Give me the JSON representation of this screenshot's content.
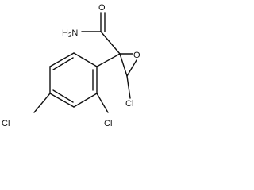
{
  "molecule": {
    "atoms": {
      "oxygen_carbonyl": "O",
      "amide_nitrogen": "H2N",
      "epoxide_oxygen": "O",
      "chlorine_epoxide": "Cl",
      "chlorine_ring_ortho": "Cl",
      "chlorine_ring_para": "Cl"
    }
  },
  "colors": {
    "bond": "#111111",
    "label": "#111111",
    "background": "#ffffff"
  }
}
